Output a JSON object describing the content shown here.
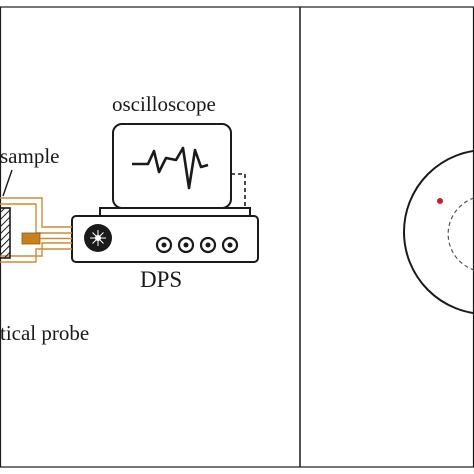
{
  "left_panel": {
    "labels": {
      "oscilloscope": "oscilloscope",
      "sample": "sample",
      "dps": "DPS",
      "probe": "tical probe"
    }
  },
  "right_panel": {},
  "colors": {
    "line": "#1a1a1a",
    "wire": "#d08a33",
    "connector": "#c98020",
    "point": "#c0202a",
    "dashed": "#555555"
  },
  "icons": [
    "sample-hatch-icon",
    "light-source-icon",
    "knob-icon",
    "waveform-icon"
  ]
}
